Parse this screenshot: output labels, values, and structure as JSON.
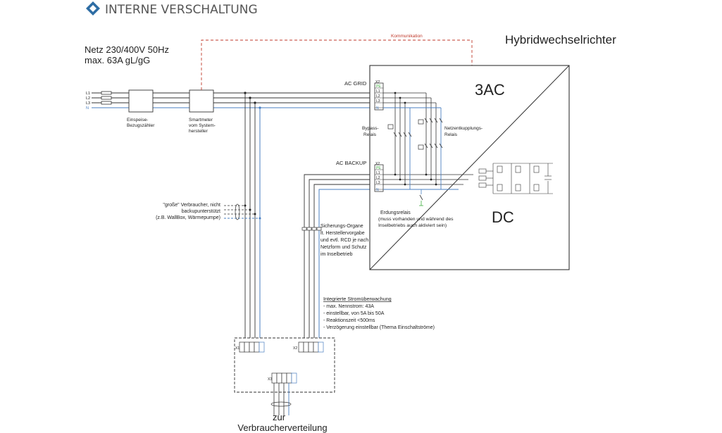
{
  "header": {
    "title": "INTERNE VERSCHALTUNG"
  },
  "grid": {
    "line1": "Netz 230/400V 50Hz",
    "line2": "max. 63A gL/gG"
  },
  "phases": [
    "L1",
    "L2",
    "L3",
    "N"
  ],
  "meters": {
    "feed_in": [
      "Einspeise-",
      "Bezugszähler"
    ],
    "smart": [
      "Smartmeter",
      "vom System-",
      "hersteller"
    ]
  },
  "communication": "Kommunikation",
  "inverter": {
    "title": "Hybridwechselrichter",
    "ac": "3AC",
    "dc": "DC"
  },
  "ports": {
    "ac_grid": "AC GRID",
    "ac_backup": "AC BACKUP",
    "x2": "X2",
    "pe": "PE",
    "terminals": [
      "L1",
      "L2",
      "L3",
      "N"
    ]
  },
  "relays": {
    "bypass": [
      "Bypass-",
      "Relais"
    ],
    "grid_coupling": [
      "Netzentkupplungs-",
      "Relais"
    ]
  },
  "grounding": {
    "title": "Erdungsrelais",
    "note": [
      "(muss vorhanden und während des",
      "Inselbetriebs auch aktiviert sein)"
    ]
  },
  "big_loads": [
    "\"große\" Verbraucher, nicht",
    "backupunterstützt",
    "(z.B. WallBox, Wärmepumpe)"
  ],
  "protection": [
    "Sicherungs-Organe",
    "lt. Herstellervorgabe",
    "und evtl. RCD je nach",
    "Netzform und Schutz",
    "im Inselbetrieb"
  ],
  "monitoring": {
    "title": "Integrierte Stromüberwachung",
    "items": [
      "- max. Nennstrom: 43A",
      "- einstellbar, von 5A bis 50A",
      "- Reaktionszeit <500ms",
      "- Verzögerung einstellbar (Thema Einschaltströme)"
    ]
  },
  "box": {
    "x1": "X1",
    "x2": "X2",
    "x3": "X3"
  },
  "footer": [
    "zur",
    "Verbraucherverteilung"
  ],
  "colors": {
    "neutral": "#4a7fc1",
    "pe": "#3fae3f",
    "comm": "#c0392b",
    "logo": "#2e6da4",
    "wire": "#333333"
  }
}
